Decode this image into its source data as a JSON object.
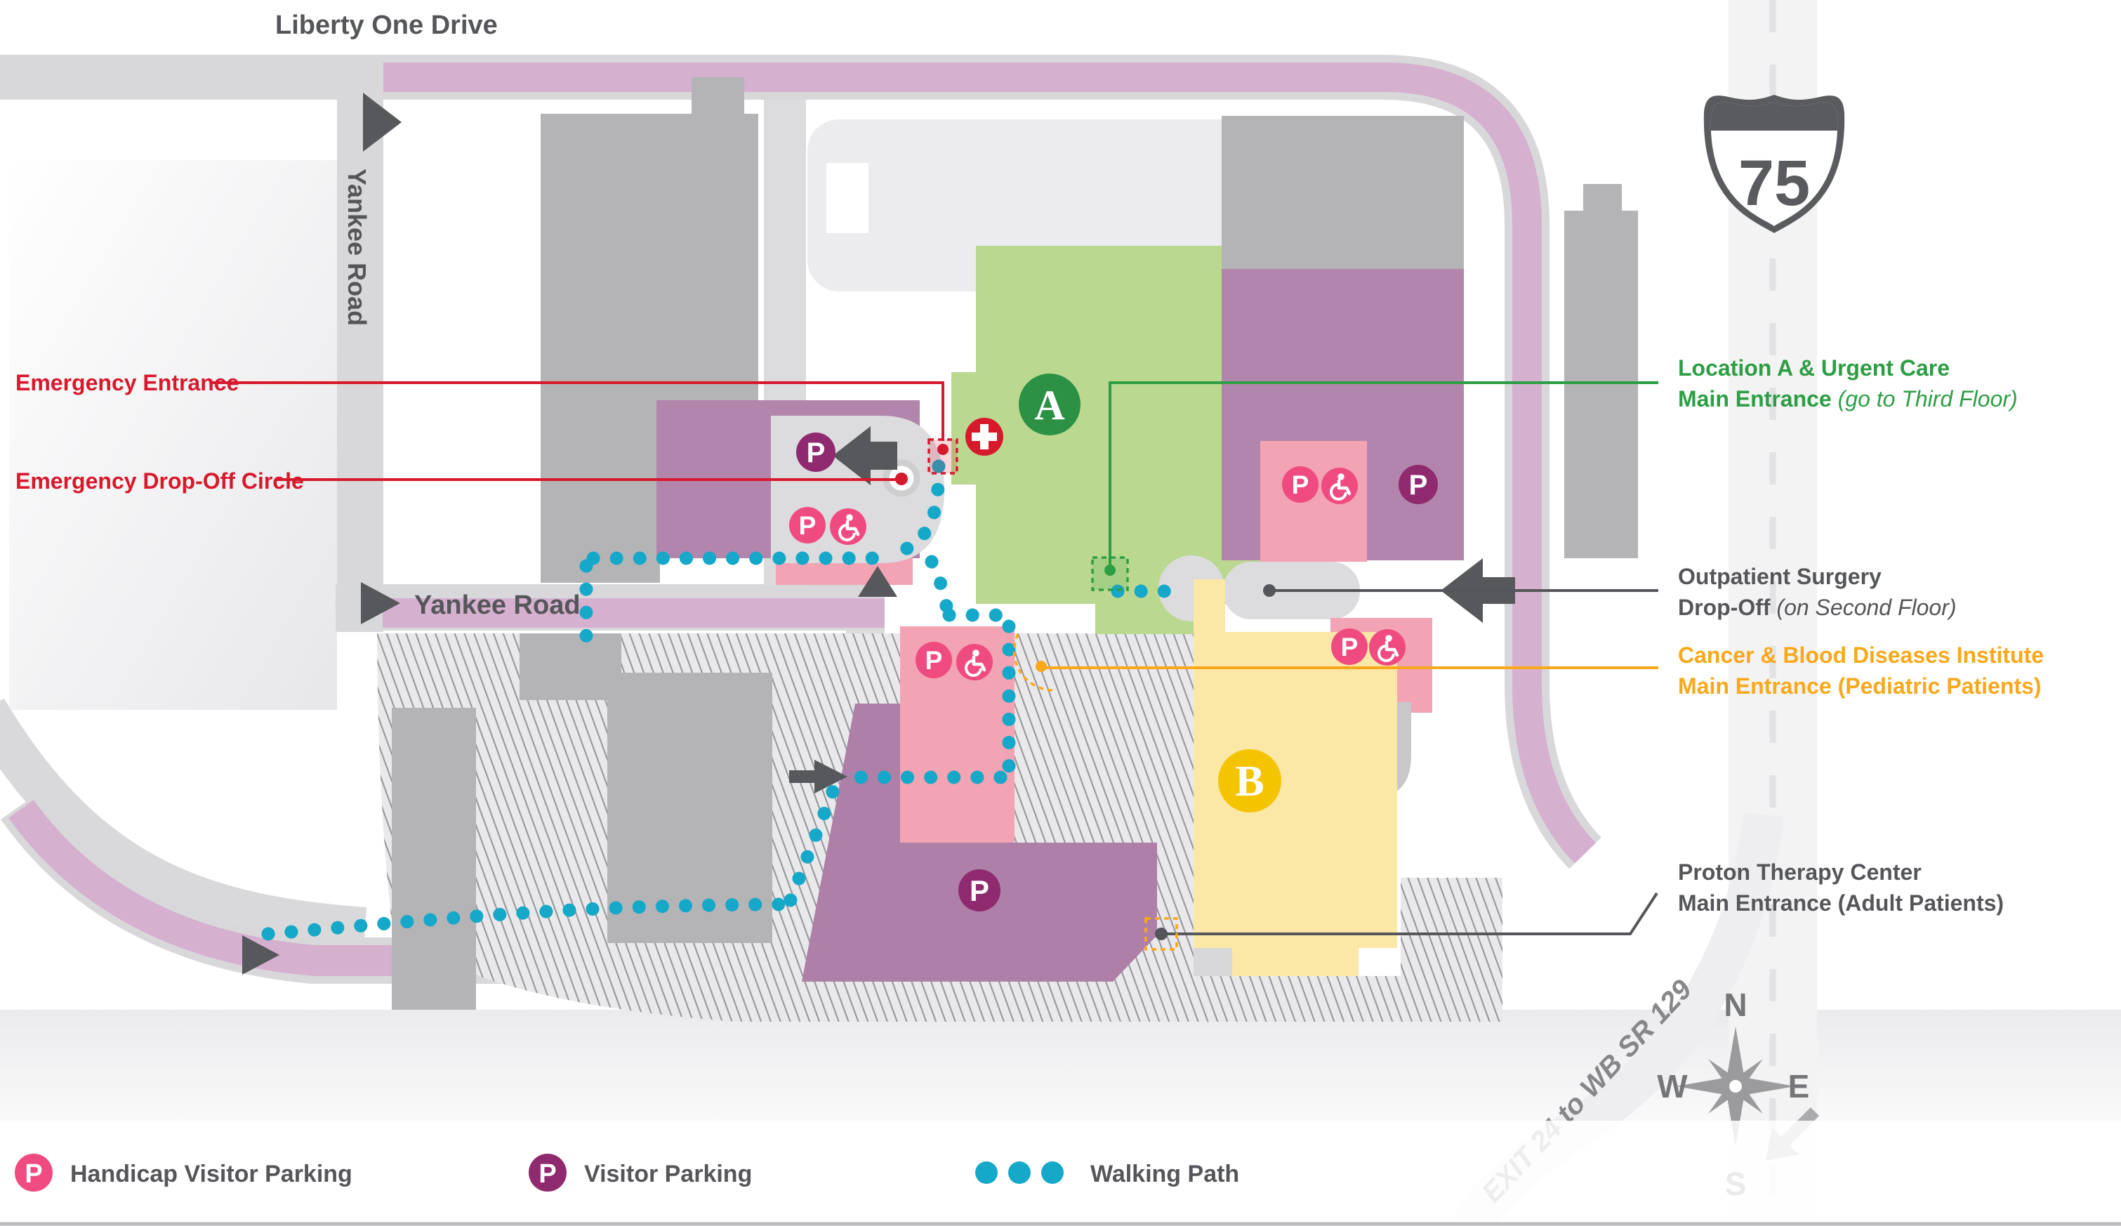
{
  "roads": {
    "liberty_one_drive": "Liberty One Drive",
    "yankee_road_vertical": "Yankee Road",
    "yankee_road_horizontal": "Yankee Road"
  },
  "buildings": {
    "a": "A",
    "b": "B"
  },
  "markers": {
    "parking": "P",
    "interstate": "75"
  },
  "callouts": {
    "emergency_entrance": "Emergency Entrance",
    "emergency_dropoff": "Emergency Drop-Off Circle",
    "location_a_line1": "Location A & Urgent Care",
    "location_a_line2_bold": "Main Entrance ",
    "location_a_line2_italic": "(go to Third Floor)",
    "outpatient_line1": "Outpatient Surgery",
    "outpatient_line2_bold": "Drop-Off ",
    "outpatient_line2_italic": "(on Second Floor)",
    "cancer_line1": "Cancer & Blood Diseases Institute",
    "cancer_line2": "Main Entrance (Pediatric Patients)",
    "proton_line1": "Proton Therapy Center",
    "proton_line2": "Main Entrance (Adult Patients)"
  },
  "highway": {
    "exit_text": "EXIT 24 to WB SR 129"
  },
  "compass": {
    "n": "N",
    "s": "S",
    "e": "E",
    "w": "W"
  },
  "legend": {
    "handicap": "Handicap Visitor Parking",
    "visitor": "Visitor Parking",
    "walking": "Walking Path"
  },
  "colors": {
    "handicap_pink": "#ef4b81",
    "visitor_purple": "#8f2a6f",
    "walking_teal": "#16a8c8",
    "emergency_red": "#d7192c",
    "entrance_green": "#2e9e44",
    "entrance_orange": "#f9a81b",
    "road_pink": "#d5b0cf",
    "label_gray": "#55565a"
  },
  "icons": {
    "parking": "p-circle",
    "handicap_parking": "wheelchair-circle",
    "emergency_cross": "cross-circle",
    "walking_path": "teal-dots"
  }
}
